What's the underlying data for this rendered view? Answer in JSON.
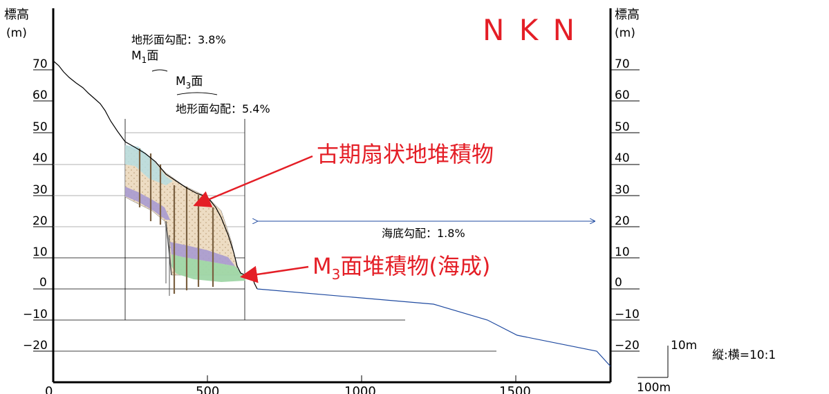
{
  "figure": {
    "watermark": "N K N",
    "vertical_axis_label_line1": "標高",
    "vertical_axis_label_line2": "(m)",
    "elevation_ticks": [
      "70",
      "60",
      "50",
      "40",
      "30",
      "20",
      "10",
      "0",
      "−10",
      "−20"
    ],
    "distance_ticks": [
      "0",
      "500",
      "1000",
      "1500"
    ],
    "annotations": {
      "slope_m1": "地形面勾配：3.8%",
      "m1_surface_main": "M",
      "m1_surface_sub": "1",
      "m1_surface_suffix": "面",
      "m3_surface_main": "M",
      "m3_surface_sub": "3",
      "m3_surface_suffix": "面",
      "slope_m3": "地形面勾配：5.4%",
      "fan_deposit": "古期扇状地堆積物",
      "m3_deposit_main": "M",
      "m3_deposit_sub": "3",
      "m3_deposit_suffix": "面堆積物(海成)",
      "seabed_slope": "海底勾配：1.8%"
    },
    "scale_bar": {
      "vertical_label": "10m",
      "horizontal_label": "100m",
      "ratio": "縦:横=10:1"
    },
    "colors": {
      "profile_land": "#000000",
      "profile_sea": "#1f4aa0",
      "arrow": "#e41e26",
      "fan_deposit_fill": "#ecdcc4",
      "marine_fill": "#9fd6a6",
      "clay_band": "#a79ad0",
      "surface_cover": "#b6dde0"
    }
  }
}
